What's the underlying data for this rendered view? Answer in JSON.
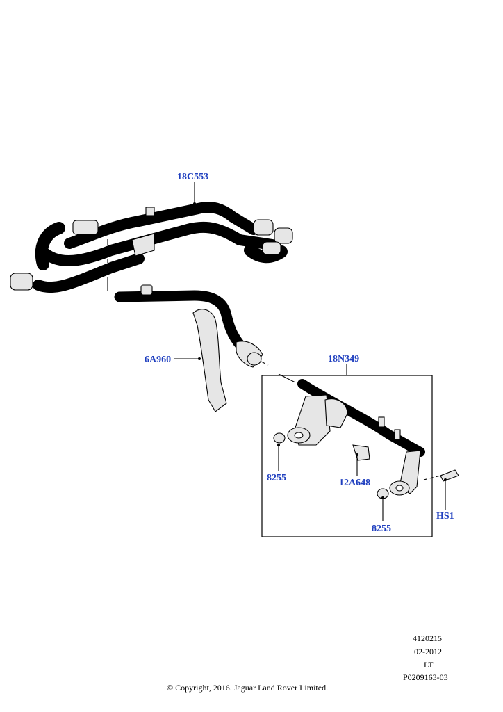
{
  "colors": {
    "callout": "#1f3fbf",
    "line": "#000000",
    "shade": "#e6e6e6"
  },
  "callouts": [
    {
      "id": "hose-assy",
      "label": "18C553"
    },
    {
      "id": "tube",
      "label": "6A960"
    },
    {
      "id": "housing",
      "label": "18N349"
    },
    {
      "id": "clip-left",
      "label": "8255"
    },
    {
      "id": "sensor",
      "label": "12A648"
    },
    {
      "id": "clip-right",
      "label": "8255"
    },
    {
      "id": "bolt",
      "label": "HS1"
    }
  ],
  "footer": {
    "code": "4120215",
    "date": "02-2012",
    "market": "LT",
    "ref": "P0209163-03",
    "copyright": "© Copyright, 2016. Jaguar Land Rover Limited."
  }
}
